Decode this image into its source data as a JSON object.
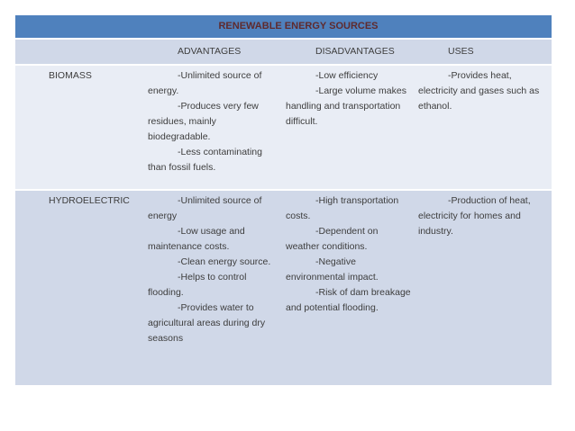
{
  "table": {
    "title": "RENEWABLE ENERGY SOURCES",
    "columns": [
      "",
      "ADVANTAGES",
      "DISADVANTAGES",
      "USES"
    ],
    "rows": [
      {
        "source": "BIOMASS",
        "advantages": [
          "-Unlimited source of energy.",
          "-Produces very few residues, mainly biodegradable.",
          "-Less contaminating than fossil fuels."
        ],
        "disadvantages": [
          "-Low efficiency",
          "-Large volume makes handling and transportation difficult."
        ],
        "uses": [
          "-Provides heat, electricity and gases such as ethanol."
        ]
      },
      {
        "source": "HYDROELECTRIC",
        "advantages": [
          "-Unlimited source of energy",
          "-Low usage and maintenance costs.",
          "-Clean energy source.",
          "-Helps to control flooding.",
          "-Provides water to agricultural areas during dry seasons"
        ],
        "disadvantages": [
          "-High transportation costs.",
          "-Dependent on weather conditions.",
          "-Negative environmental impact.",
          "-Risk of dam breakage and potential flooding."
        ],
        "uses": [
          "-Production of heat, electricity for homes and industry."
        ]
      }
    ]
  },
  "colors": {
    "header_bg": "#4F81BD",
    "title_text": "#5F2A2D",
    "band_light": "#E9EDF5",
    "band_dark": "#D0D8E8",
    "body_text": "#3D3D3D",
    "border": "#FFFFFF",
    "background": "#FFFFFF"
  }
}
